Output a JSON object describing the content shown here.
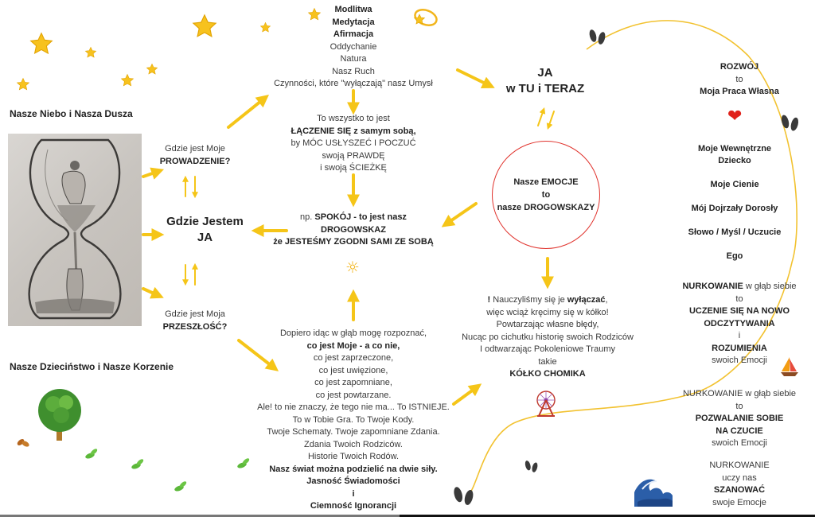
{
  "colors": {
    "arrow": "#f5c518",
    "path": "#f2c230",
    "circle": "#e0322c",
    "text": "#3a3a3a",
    "heading": "#222222"
  },
  "left": {
    "sky_heading": "Nasze Niebo i Nasza Dusza",
    "roots_heading": "Nasze Dzieciństwo i Nasze Korzenie",
    "image_label": "hourglass-drawing"
  },
  "center_left": {
    "guidance": [
      "Gdzie jest Moje",
      "PROWADZENIE?"
    ],
    "where_am_i": [
      "Gdzie Jestem",
      "JA"
    ],
    "past": [
      "Gdzie jest Moja",
      "PRZESZŁOŚĆ?"
    ]
  },
  "top_list": {
    "bold_items": [
      "Modlitwa",
      "Medytacja",
      "Afirmacja"
    ],
    "items": [
      "Oddychanie",
      "Natura",
      "Nasz Ruch",
      "Czynności, które \"wyłączają\" nasz Umysł"
    ]
  },
  "connecting": {
    "line1": "To wszystko to jest",
    "line2": "ŁĄCZENIE SIĘ z samym sobą,",
    "line3": "by MÓC USŁYSZEĆ I POCZUĆ",
    "line4": "swoją PRAWDĘ",
    "line5": "i swoją ŚCIEŻKĘ"
  },
  "peace": {
    "prefix": "np.",
    "bold1": "SPOKÓJ - to jest nasz",
    "bold2": "DROGOWSKAZ",
    "bold3": "że JESTEŚMY ZGODNI SAMI ZE SOBĄ"
  },
  "depth": {
    "lines_top": [
      "Dopiero idąc w głąb mogę rozpoznać,"
    ],
    "bold_mine": "co jest Moje - a co nie,",
    "lines_mid": [
      "co jest zaprzeczone,",
      "co jest uwięzione,",
      "co jest zapomniane,",
      "co jest powtarzane.",
      "Ale! to nie znaczy, że tego nie ma... To ISTNIEJE.",
      "To w Tobie Gra. To Twoje Kody.",
      "Twoje Schematy. Twoje zapomniane Zdania.",
      "Zdania Twoich Rodziców.",
      "Historie Twoich Rodów."
    ],
    "bold_end": [
      "Nasz świat można podzielić na dwie siły.",
      "Jasność Świadomości",
      "i",
      "Ciemność Ignorancji"
    ]
  },
  "here_now": [
    "JA",
    "w TU i TERAZ"
  ],
  "emotions": [
    "Nasze EMOCJE",
    "to",
    "nasze DROGOWSKAZY"
  ],
  "hamster": {
    "l1_excl": "!",
    "l1_a": "Nauczyliśmy się je",
    "l1_bold": "wyłączać",
    "l1_end": ",",
    "lines": [
      "więc wciąż kręcimy się w kółko!",
      "Powtarzając własne błędy,",
      "Nucąc po cichutku historię swoich Rodziców",
      "I odtwarzając Pokoleniowe Traumy",
      "takie"
    ],
    "bold_end": "KÓŁKO CHOMIKA"
  },
  "right": {
    "growth_title": "ROZWÓJ",
    "growth_to": "to",
    "growth_sub": "Moja Praca Własna",
    "aspects": [
      "Moje Wewnętrzne Dziecko",
      "Moje Cienie",
      "Mój Dojrzały Dorosły",
      "Słowo / Myśl / Uczucie",
      "Ego"
    ],
    "diving1": {
      "bold": "NURKOWANIE",
      "rest": "w głąb siebie",
      "to": "to",
      "bold_lines": [
        "UCZENIE SIĘ NA NOWO",
        "ODCZYTYWANIA"
      ],
      "i": "i",
      "bold_last": "ROZUMIENIA",
      "end": "swoich Emocji"
    },
    "diving2": {
      "line1": "NURKOWANIE w głąb siebie",
      "to": "to",
      "bold_lines": [
        "POZWALANIE SOBIE",
        "NA CZUCIE"
      ],
      "end": "swoich Emocji"
    },
    "diving3": {
      "line1": "NURKOWANIE",
      "line2": "uczy nas",
      "bold": "SZANOWAĆ",
      "end": "swoje Emocje"
    }
  },
  "icons": {
    "heart": "❤",
    "sun": "☼",
    "sailboat": "⛵",
    "wave": "🌊",
    "tree": "tree",
    "ferris_wheel": "ferris-wheel",
    "footprints": "footprints",
    "stars": "star",
    "leaves": "leaf"
  },
  "progress": {
    "fraction": 0.49
  }
}
